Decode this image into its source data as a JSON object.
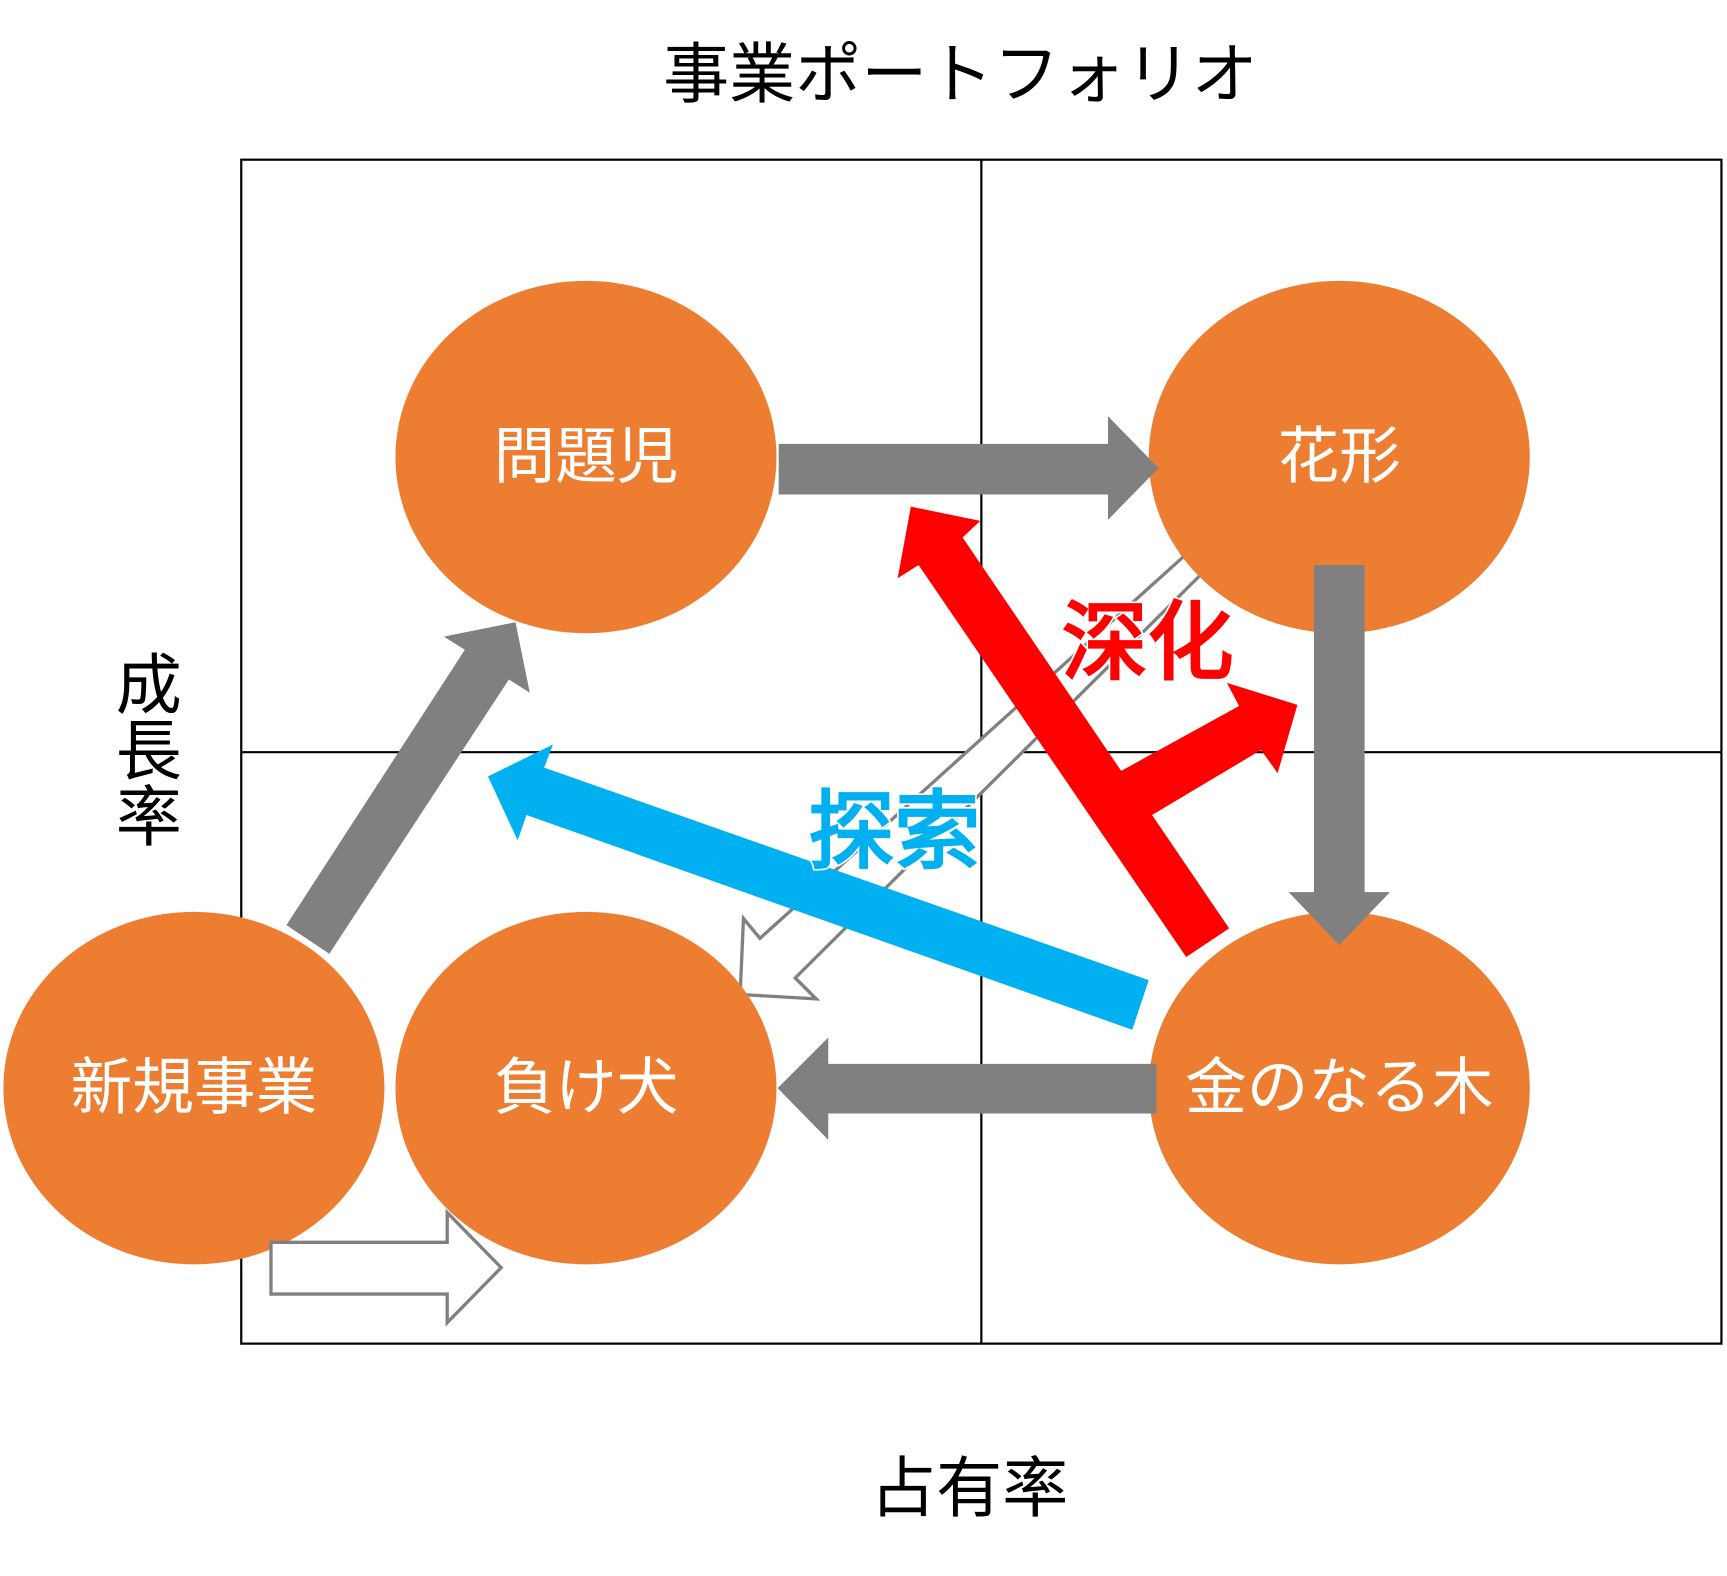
{
  "title": "事業ポートフォリオ",
  "axes": {
    "y_label": "成長率",
    "x_label": "占有率"
  },
  "nodes": {
    "problem_child": "問題児",
    "star": "花形",
    "dog": "負け犬",
    "cash_cow": "金のなる木",
    "new_business": "新規事業"
  },
  "labels": {
    "deepen": "深化",
    "explore": "探索"
  },
  "colors": {
    "node": "#ED7D31",
    "gray_arrow": "#808080",
    "deepen": "#FF0000",
    "explore": "#00B0F0"
  }
}
